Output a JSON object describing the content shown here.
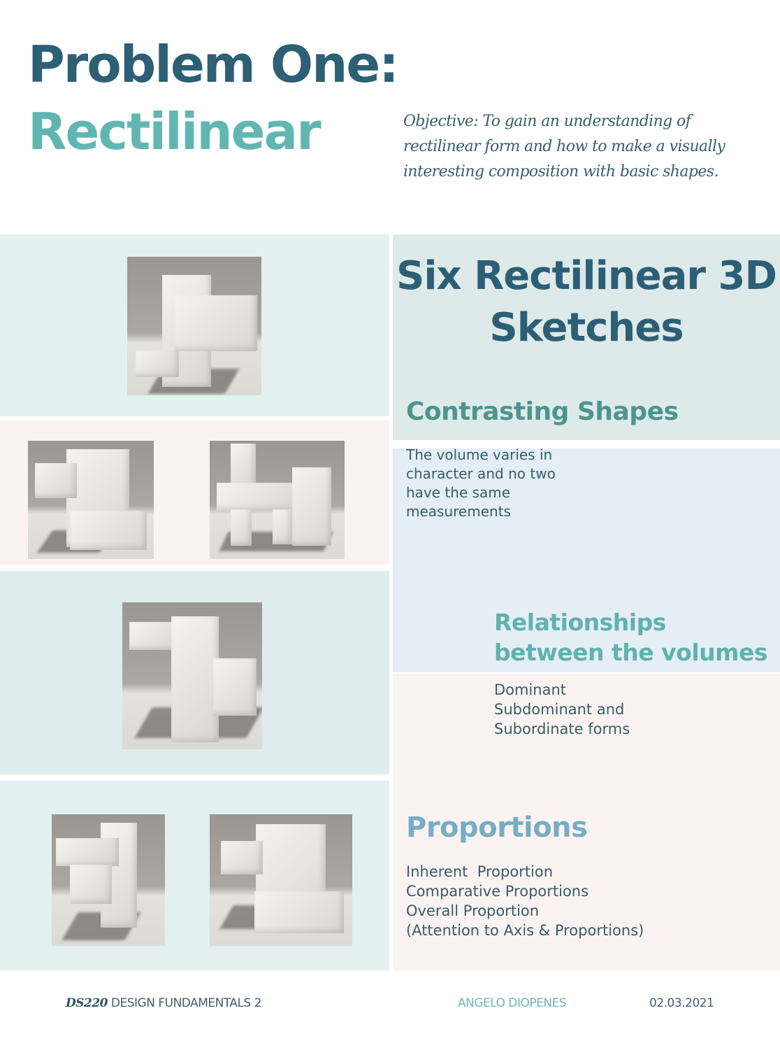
{
  "header": {
    "title_line1": "Problem One:",
    "title_line2": "Rectilinear",
    "objective": "Objective:  To gain an understanding of rectilinear form and how to make a visually interesting composition with basic shapes."
  },
  "gallery": {
    "photos": [
      {
        "label": "rectilinear-sketch-1"
      },
      {
        "label": "rectilinear-sketch-2"
      },
      {
        "label": "rectilinear-sketch-3"
      },
      {
        "label": "rectilinear-sketch-4"
      },
      {
        "label": "rectilinear-sketch-5"
      },
      {
        "label": "rectilinear-sketch-6"
      }
    ]
  },
  "content": {
    "main_heading": "Six Rectilinear 3D Sketches",
    "sections": [
      {
        "heading": "Contrasting Shapes",
        "body": [
          "The volume varies in",
          "character and no two",
          "have the same",
          "measurements"
        ]
      },
      {
        "heading_lines": [
          "Relationships",
          "between the volumes"
        ],
        "body": [
          "Dominant",
          "Subdominant and",
          "Subordinate forms"
        ]
      },
      {
        "heading": "Proportions",
        "body": [
          "Inherent  Proportion",
          "Comparative Proportions",
          "Overall Proportion",
          "(Attention to Axis & Proportions)"
        ]
      }
    ]
  },
  "footer": {
    "course_code": "DS220",
    "course_name": "DESIGN FUNDAMENTALS 2",
    "author": "ANGELO DIOPENES",
    "date": "02.03.2021"
  },
  "colors": {
    "title_dark": "#2d5f75",
    "title_teal": "#62b6b2",
    "panel_teal": "#e2f0f0",
    "panel_pink": "#fbf3f1",
    "panel_blue": "#e5eef4",
    "proportions_blue": "#77adc4",
    "author_teal": "#6bb8b2"
  }
}
